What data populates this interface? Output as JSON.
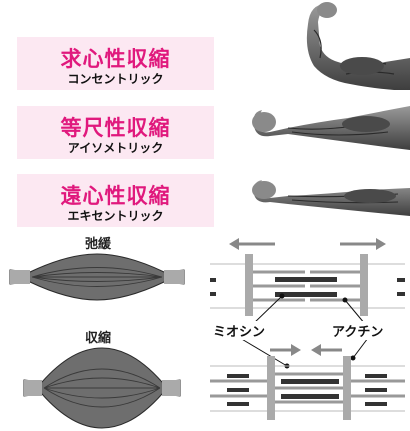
{
  "contraction_types": [
    {
      "name": "求心性収縮",
      "reading": "コンセントリック"
    },
    {
      "name": "等尺性収縮",
      "reading": "アイソメトリック"
    },
    {
      "name": "遠心性収縮",
      "reading": "エキセントリック"
    }
  ],
  "muscle_states": {
    "relaxed": "弛緩",
    "contracted": "収縮"
  },
  "sarcomere": {
    "myosin_label": "ミオシン",
    "actin_label": "アクチン"
  },
  "colors": {
    "label_text": "#e0197d",
    "label_bg": "#fce8f2",
    "muscle_fill": "#6e6e6e",
    "myosin": "#333333",
    "actin": "#9a9a9a"
  }
}
